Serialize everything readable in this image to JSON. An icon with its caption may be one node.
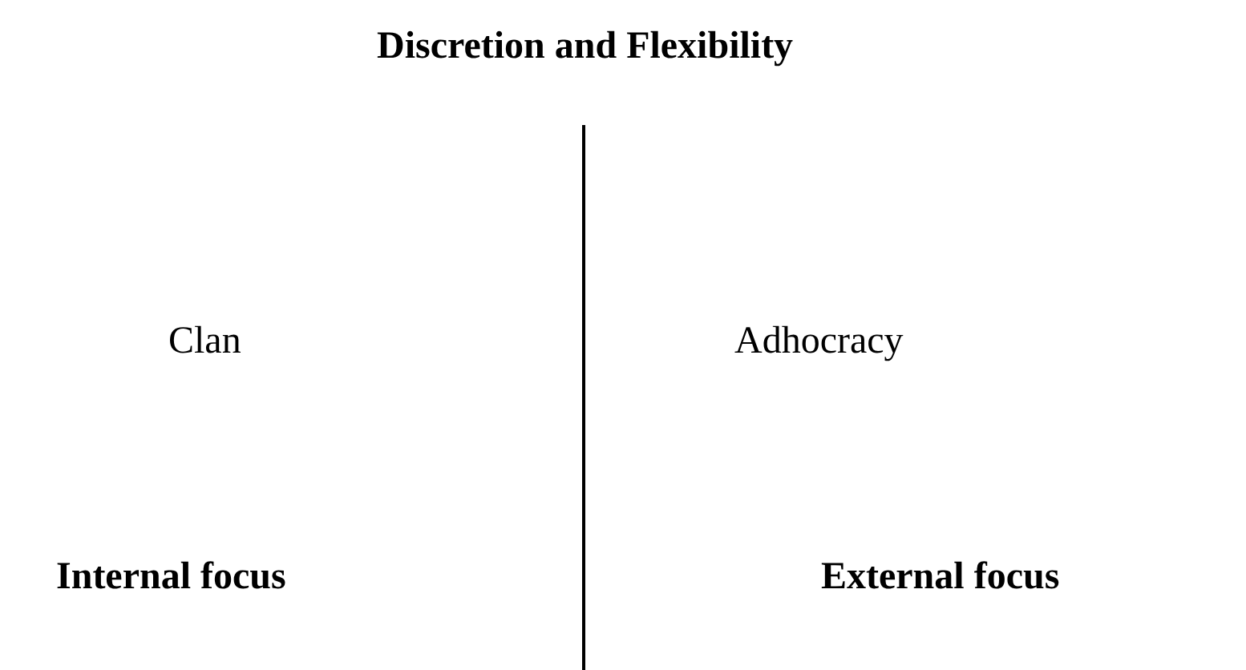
{
  "diagram": {
    "labels": [
      "Discretion and Flexibility",
      "Clan",
      "Adhocracy",
      "Internal focus",
      "External focus"
    ]
  }
}
